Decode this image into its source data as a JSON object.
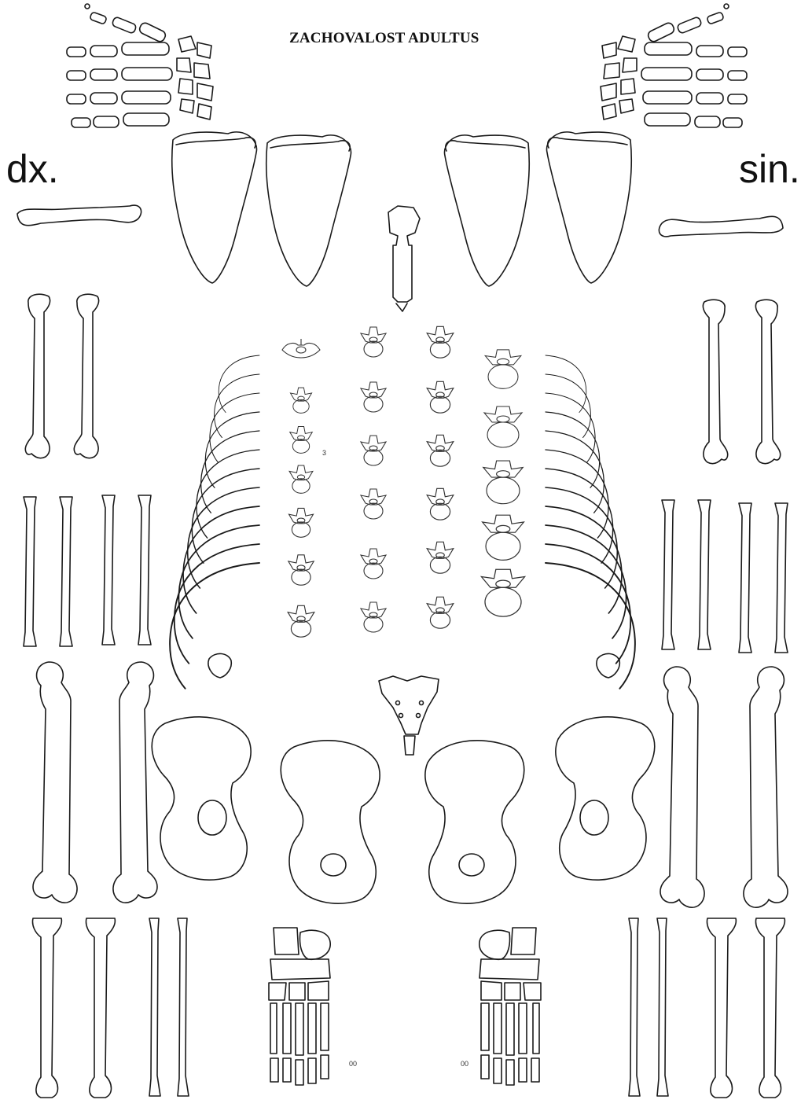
{
  "title": "ZACHOVALOST ADULTUS",
  "side_labels": {
    "right": "dx.",
    "left": "sin."
  },
  "vertebra_marker": "3",
  "phalanx_marker_right": "00",
  "phalanx_marker_left": "00",
  "colors": {
    "line": "#1a1a1a",
    "background": "#ffffff"
  },
  "bones": [
    "hand-right",
    "hand-left",
    "clavicle-right",
    "clavicle-left",
    "scapula-right",
    "scapula-left",
    "sternum",
    "humerus-right",
    "humerus-left",
    "radius-ulna-right",
    "radius-ulna-left",
    "ribs-right",
    "ribs-left",
    "cervical-vertebrae",
    "thoracic-vertebrae",
    "lumbar-vertebrae",
    "patella-right",
    "patella-left",
    "sacrum",
    "femur-right",
    "femur-left",
    "pelvis-right",
    "pelvis-left",
    "tibia-fibula-right",
    "tibia-fibula-left",
    "foot-right",
    "foot-left"
  ]
}
